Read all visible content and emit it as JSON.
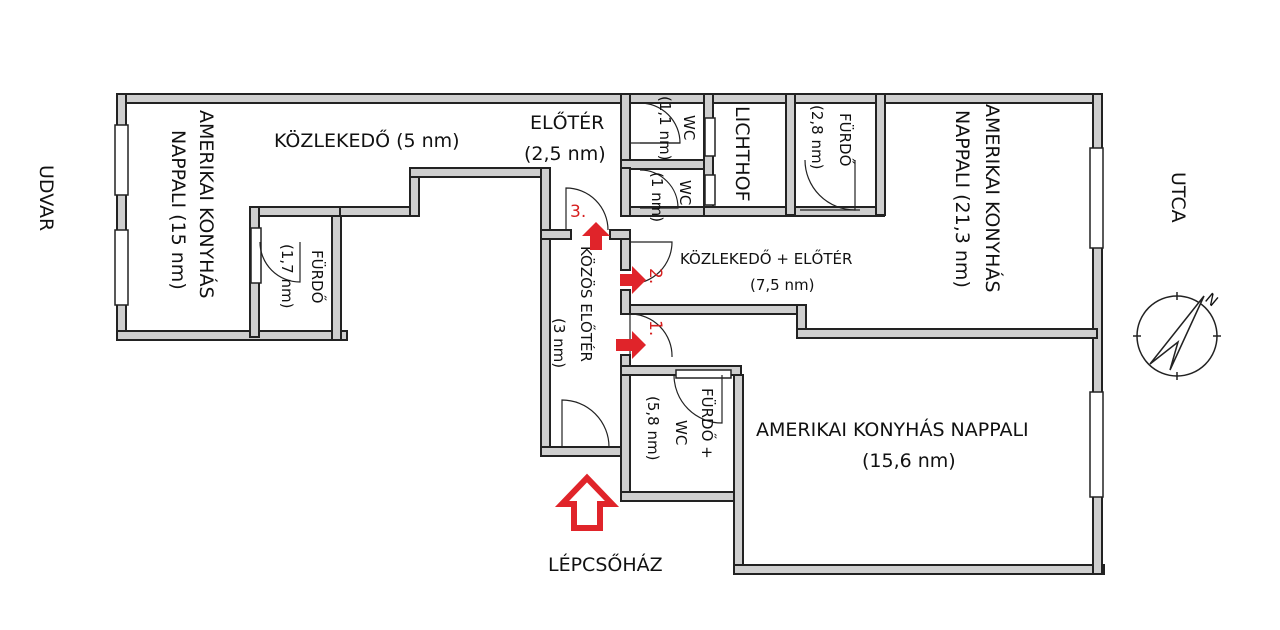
{
  "rooms": {
    "left_living": "AMERIKAI KONYHÁS",
    "left_living_2": "NAPPALI (15 nm)",
    "corridor_top": "KÖZLEKEDŐ (5 nm)",
    "entrance": "ELŐTÉR",
    "entrance_area": "(2,5 nm)",
    "bath_left": "FÜRDŐ",
    "bath_left_area": "(1,7 nm)",
    "wc_top": "WC",
    "wc_top_area": "(1,1 nm)",
    "wc_mid": "WC",
    "wc_mid_area": "(1 nm)",
    "lichthof": "LICHTHOF",
    "bath_right": "FÜRDŐ",
    "bath_right_area": "(2,8 nm)",
    "right_living": "AMERIKAI KONYHÁS",
    "right_living_2": "NAPPALI (21,3 nm)",
    "corridor_mid": "KÖZLEKEDŐ + ELŐTÉR",
    "corridor_mid_area": "(7,5 nm)",
    "common_hall": "KÖZÖS ELŐTÉR",
    "common_hall_area": "(3 nm)",
    "bath_wc": "FÜRDŐ +",
    "bath_wc_2": "WC",
    "bath_wc_area": "(5,8 nm)",
    "bottom_living": "AMERIKAI KONYHÁS NAPPALI",
    "bottom_living_area": "(15,6 nm)"
  },
  "outside": {
    "courtyard": "UDVAR",
    "street": "UTCA",
    "staircase": "LÉPCSŐHÁZ"
  },
  "entrances": [
    "1.",
    "2.",
    "3."
  ],
  "colors": {
    "wall": "#cfcfcf",
    "arrow": "#e0242a",
    "number": "#d61f1f"
  },
  "compass": {
    "label": "N",
    "icon": "north-arrow-icon"
  }
}
